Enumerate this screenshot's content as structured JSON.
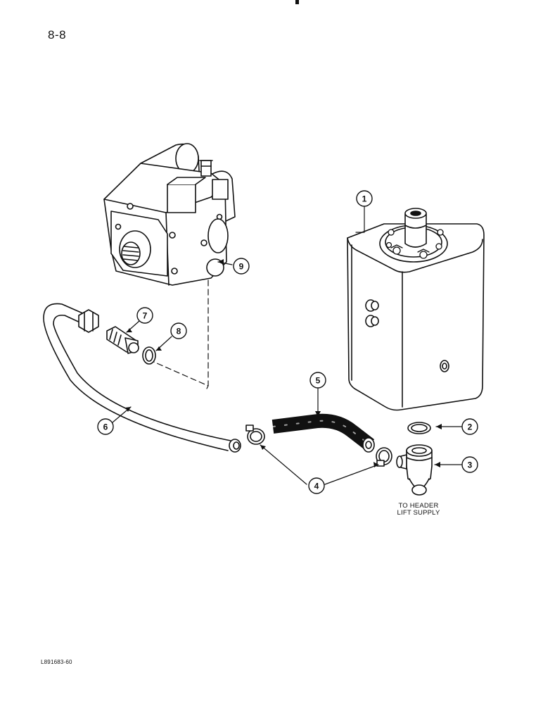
{
  "page_number": "8-8",
  "figure_code": "L891683-60",
  "note": {
    "line1": "TO HEADER",
    "line2": "LIFT SUPPLY"
  },
  "callouts": [
    "1",
    "2",
    "3",
    "4",
    "5",
    "6",
    "7",
    "8",
    "9"
  ],
  "parts": {
    "reservoir": "hydraulic-reservoir",
    "pump": "hydraulic-pump",
    "tube": "suction-tube",
    "hose": "hose",
    "fitting": "tee-fitting",
    "connector": "connector",
    "seal_ring": "o-ring"
  }
}
